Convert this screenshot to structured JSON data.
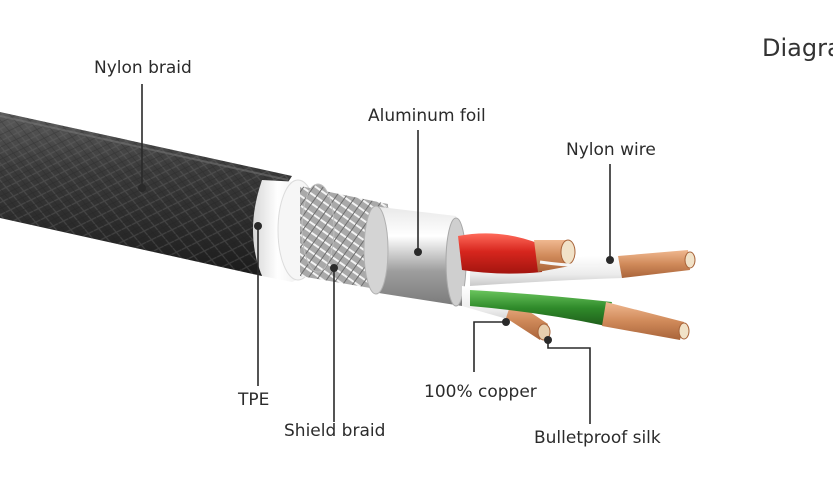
{
  "diagram": {
    "title": "Diagra",
    "labels": {
      "nylon_braid": "Nylon braid",
      "aluminum_foil": "Aluminum foil",
      "nylon_wire": "Nylon wire",
      "tpe": "TPE",
      "shield_braid": "Shield braid",
      "copper": "100% copper",
      "bulletproof_silk": "Bulletproof silk"
    },
    "colors": {
      "jacket": "#3a3a3a",
      "tpe": "#f4f4f4",
      "foil": "#c9c9c9",
      "red_wire": "#d7261e",
      "green_wire": "#2f8a2a",
      "white_wire": "#eeeeee",
      "copper": "#d08a5a",
      "leader": "#2a2a2a"
    }
  }
}
